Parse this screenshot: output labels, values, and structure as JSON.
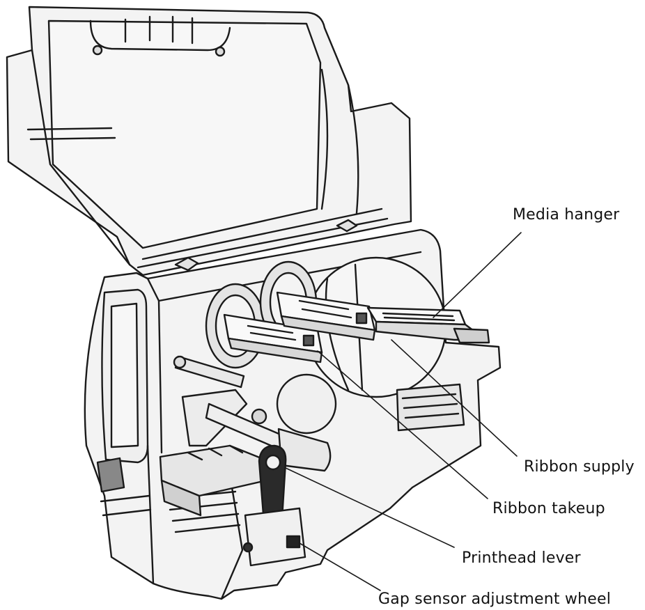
{
  "diagram": {
    "callouts": [
      {
        "id": "media-hanger",
        "label": "Media hanger"
      },
      {
        "id": "ribbon-supply",
        "label": "Ribbon supply"
      },
      {
        "id": "ribbon-takeup",
        "label": "Ribbon takeup"
      },
      {
        "id": "printhead-lever",
        "label": "Printhead lever"
      },
      {
        "id": "gap-sensor",
        "label": "Gap sensor adjustment wheel"
      }
    ]
  }
}
